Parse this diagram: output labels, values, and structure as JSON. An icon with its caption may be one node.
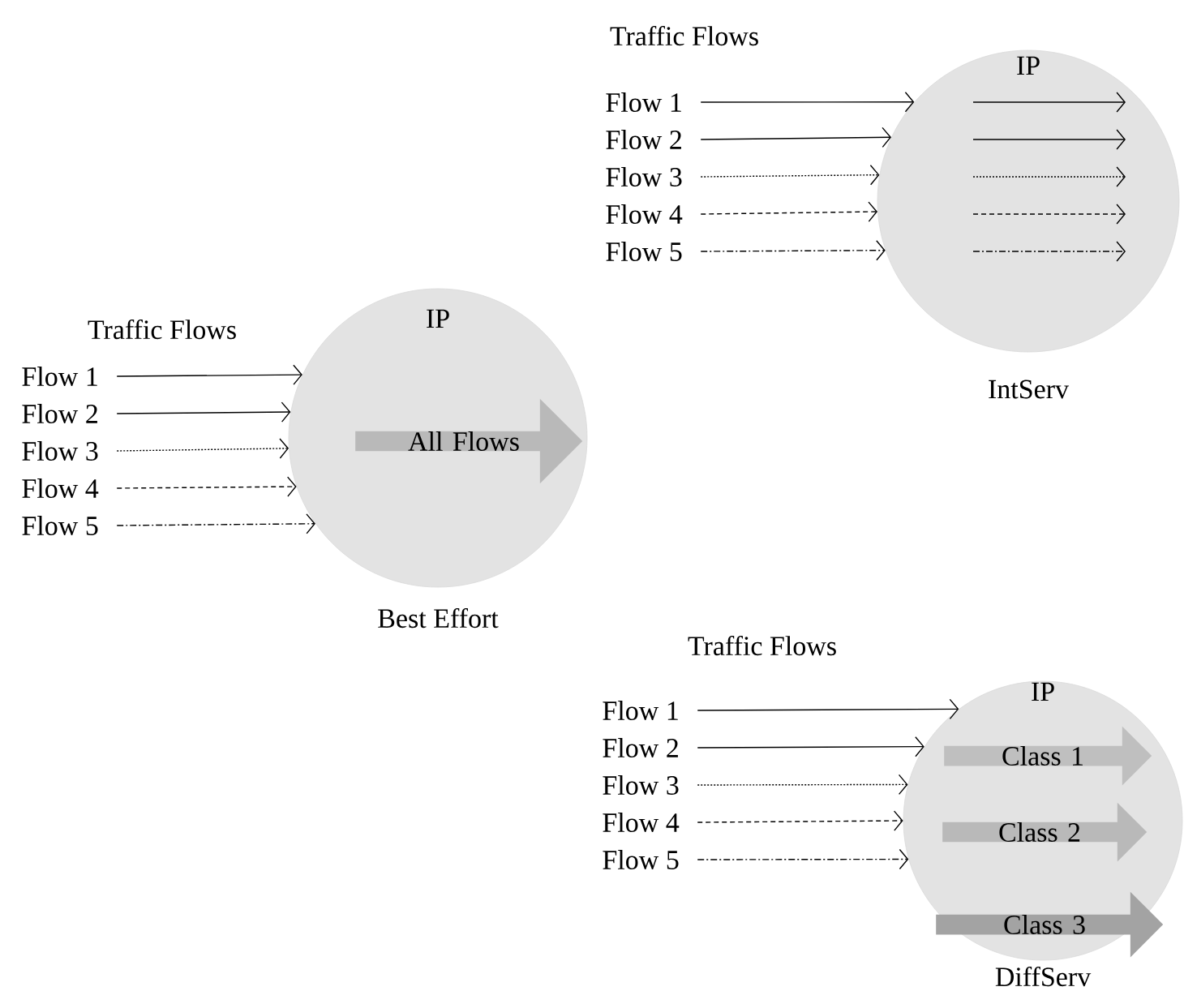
{
  "diagram": {
    "nodes": [
      {
        "text": [
          "IP"
        ],
        "beside": [
          "IntServ"
        ]
      },
      {
        "text": [
          "Flow 1"
        ]
      },
      {
        "text": [
          "Flow 2"
        ]
      },
      {
        "text": [
          "Flow 3"
        ]
      },
      {
        "text": [
          "Flow 4"
        ]
      },
      {
        "text": [
          "Flow 5"
        ]
      },
      {
        "text": [
          "IP"
        ],
        "beside": [
          "Best Effort"
        ]
      },
      {
        "text": [
          "All Flows"
        ],
        "in": 6
      },
      {
        "text": [
          "Flow 1"
        ]
      },
      {
        "text": [
          "Flow 2"
        ]
      },
      {
        "text": [
          "Flow 3"
        ]
      },
      {
        "text": [
          "Flow 4"
        ]
      },
      {
        "text": [
          "Flow 5"
        ]
      },
      {
        "text": [
          "IP"
        ],
        "beside": [
          "DiffServ"
        ]
      },
      {
        "text": [
          "Class 1"
        ],
        "in": 13
      },
      {
        "text": [
          "Class 2"
        ],
        "in": 13
      },
      {
        "text": [
          "Class 3"
        ],
        "in": 13
      },
      {
        "text": [
          "Flow 1"
        ]
      },
      {
        "text": [
          "Flow 2"
        ]
      },
      {
        "text": [
          "Flow 3"
        ]
      },
      {
        "text": [
          "Flow 4"
        ]
      },
      {
        "text": [
          "Flow 5"
        ]
      }
    ],
    "edges": [
      {
        "from": 1,
        "to": 0,
        "arrow": "to"
      },
      {
        "from": 2,
        "to": 0,
        "arrow": "to"
      },
      {
        "from": 3,
        "to": 0,
        "arrow": "to",
        "style": "dashed"
      },
      {
        "from": 4,
        "to": 0,
        "arrow": "to",
        "style": "dashed"
      },
      {
        "from": 5,
        "to": 0,
        "arrow": "to",
        "style": "dashed"
      },
      {
        "from": 8,
        "to": 6,
        "arrow": "to"
      },
      {
        "from": 9,
        "to": 6,
        "arrow": "to"
      },
      {
        "from": 10,
        "to": 6,
        "arrow": "to",
        "style": "dashed"
      },
      {
        "from": 11,
        "to": 6,
        "arrow": "to",
        "style": "dashed"
      },
      {
        "from": 12,
        "to": 6,
        "arrow": "to",
        "style": "dashed"
      },
      {
        "from": 17,
        "to": 13,
        "arrow": "to"
      },
      {
        "from": 18,
        "to": 13,
        "arrow": "to"
      },
      {
        "from": 19,
        "to": 13,
        "arrow": "to",
        "style": "dashed"
      },
      {
        "from": 20,
        "to": 13,
        "arrow": "to",
        "style": "dashed"
      },
      {
        "from": 21,
        "to": 13,
        "arrow": "to",
        "style": "dashed"
      }
    ],
    "labels": [
      "Traffic Flows",
      "Traffic Flows",
      "Traffic Flows"
    ]
  }
}
